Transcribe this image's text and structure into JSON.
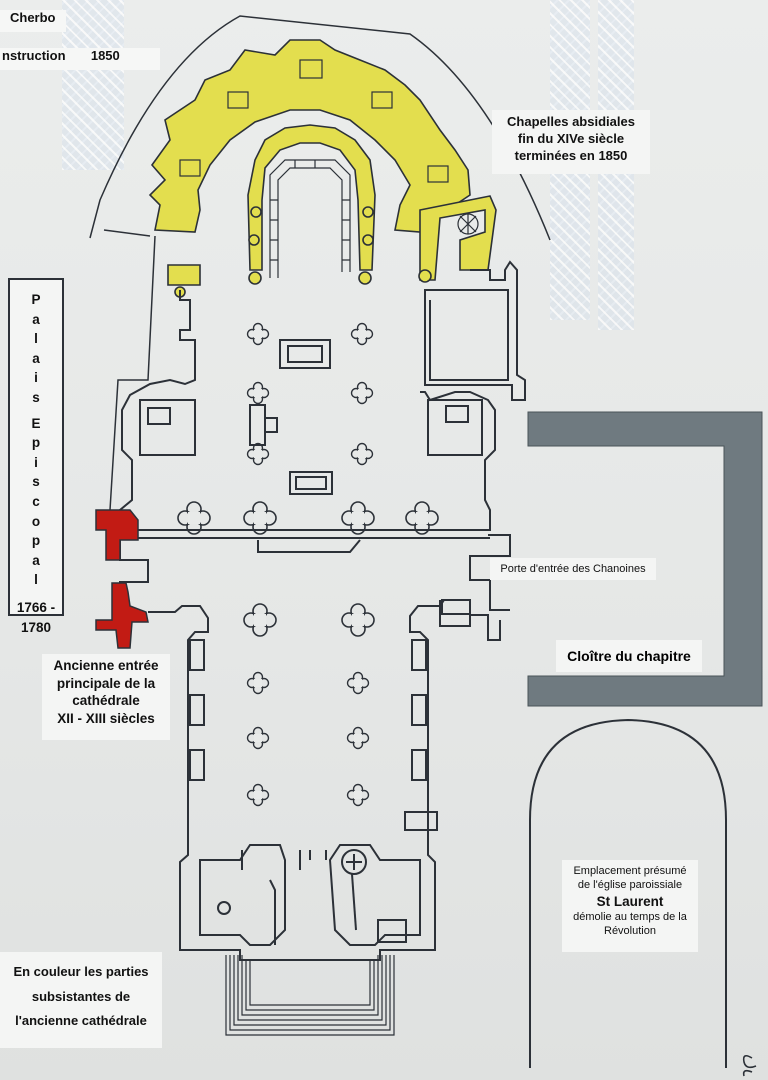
{
  "title_fragment": "Cherbo",
  "construction_fragment": "nstruction       1850",
  "chapelles_label": [
    "Chapelles absidiales",
    "fin du XIVe siècle",
    "terminées en 1850"
  ],
  "palais_label": {
    "letters": [
      "P",
      "a",
      "l",
      "a",
      "i",
      "s",
      "",
      "E",
      "p",
      "i",
      "s",
      "c",
      "o",
      "p",
      "a",
      "l"
    ],
    "dates": [
      "1766 -",
      "1780"
    ]
  },
  "porte_label": "Porte d'entrée des Chanoines",
  "cloitre_label": "Cloître du chapitre",
  "ancienne_entree_label": [
    "Ancienne entrée",
    "principale de la",
    "cathédrale",
    "XII - XIII siècles"
  ],
  "st_laurent_label": {
    "line1": "Emplacement présumé",
    "line2": "de l'église paroissiale",
    "name": "St Laurent",
    "line3": "démolie au temps de la",
    "line4": "Révolution"
  },
  "legend_label": [
    "En couleur les parties",
    "subsistantes de",
    "l'ancienne cathédrale"
  ],
  "signature": "CS",
  "colors": {
    "surviving_yellow": "#e3de4e",
    "surviving_red": "#c21b14",
    "cloister_gray": "#6f7a80",
    "outline": "#2c3138"
  }
}
